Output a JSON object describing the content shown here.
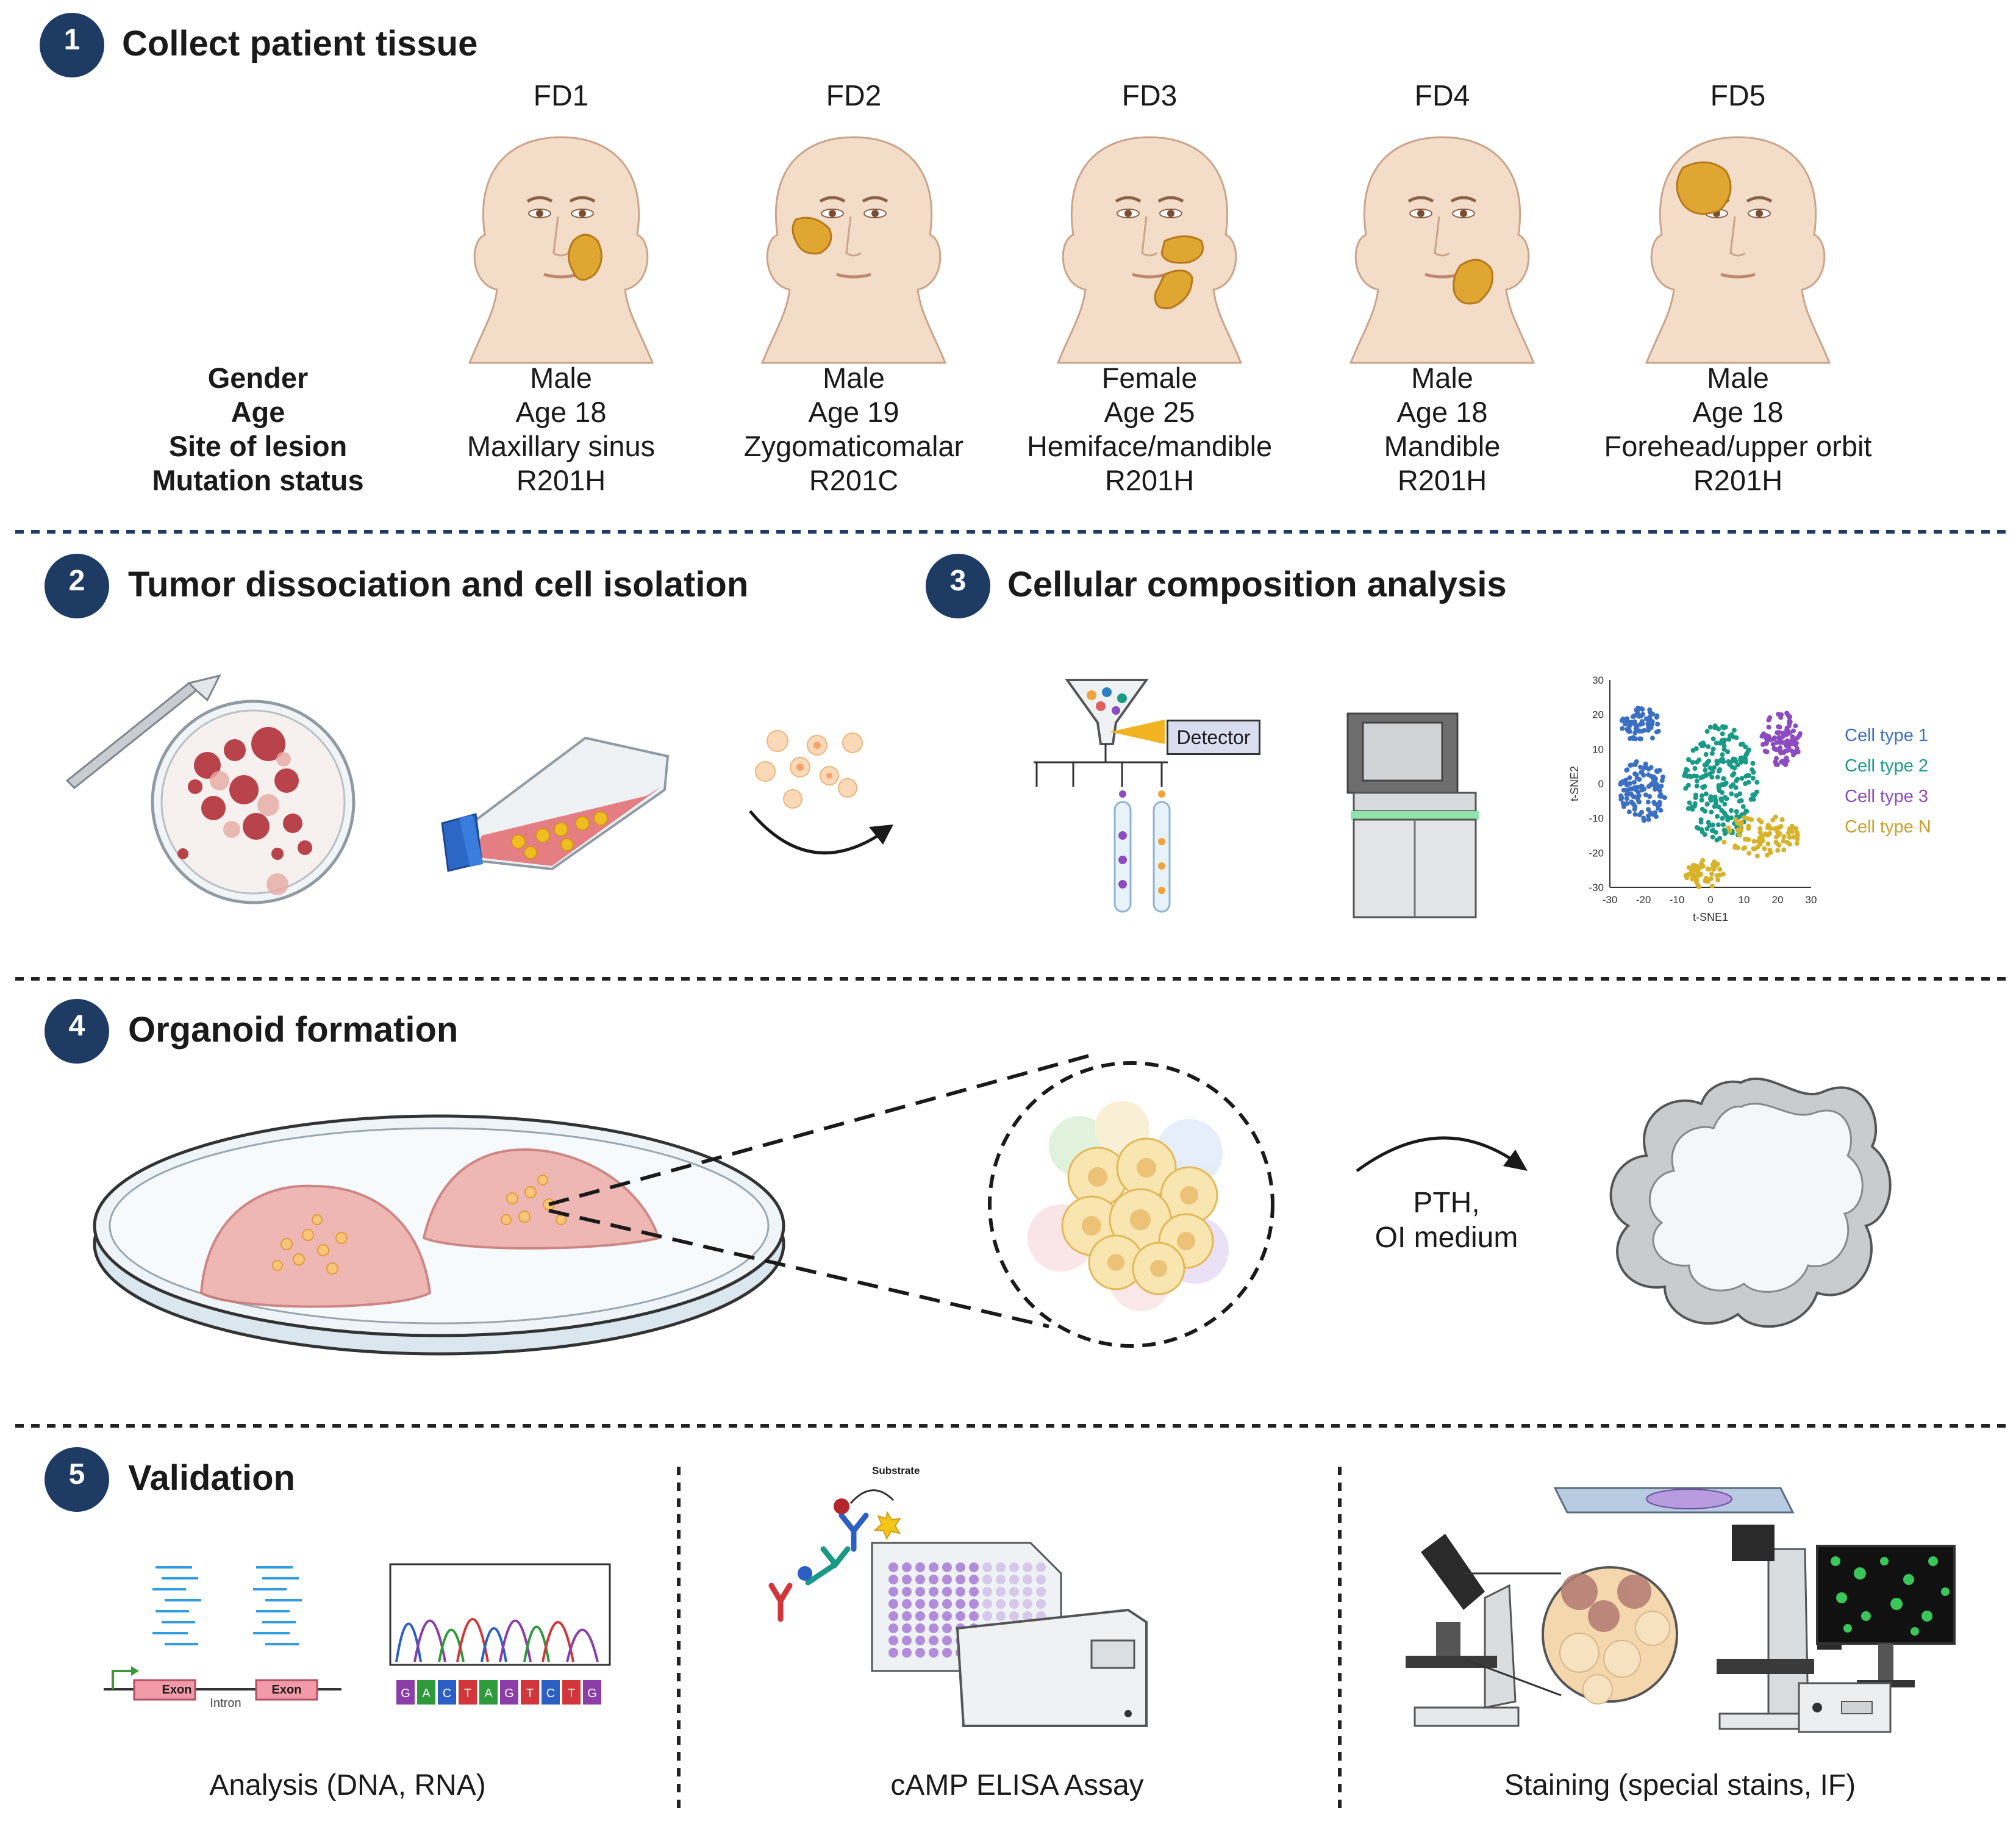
{
  "sections": {
    "s1": {
      "number": "1",
      "title": "Collect patient tissue"
    },
    "s2": {
      "number": "2",
      "title": "Tumor dissociation and cell isolation"
    },
    "s3": {
      "number": "3",
      "title": "Cellular composition analysis"
    },
    "s4": {
      "number": "4",
      "title": "Organoid formation"
    },
    "s5": {
      "number": "5",
      "title": "Validation"
    }
  },
  "attribute_labels": [
    "Gender",
    "Age",
    "Site of lesion",
    "Mutation status"
  ],
  "patients": [
    {
      "id": "FD1",
      "gender": "Male",
      "age": "Age 18",
      "site": "Maxillary sinus",
      "mutation": "R201H"
    },
    {
      "id": "FD2",
      "gender": "Male",
      "age": "Age 19",
      "site": "Zygomaticomalar",
      "mutation": "R201C"
    },
    {
      "id": "FD3",
      "gender": "Female",
      "age": "Age 25",
      "site": "Hemiface/mandible",
      "mutation": "R201H"
    },
    {
      "id": "FD4",
      "gender": "Male",
      "age": "Age 18",
      "site": "Mandible",
      "mutation": "R201H"
    },
    {
      "id": "FD5",
      "gender": "Male",
      "age": "Age 18",
      "site": "Forehead/upper orbit",
      "mutation": "R201H"
    }
  ],
  "detector_label": "Detector",
  "tsne": {
    "xlabel": "t-SNE1",
    "ylabel": "t-SNE2",
    "xticks": [
      "-30",
      "-20",
      "-10",
      "0",
      "10",
      "20",
      "30"
    ],
    "yticks": [
      "30",
      "20",
      "10",
      "0",
      "-10",
      "-20",
      "-30"
    ],
    "legend": [
      "Cell type 1",
      "Cell type 2",
      "Cell type 3",
      "Cell type N"
    ],
    "colors": [
      "#3b6fc4",
      "#1a9a86",
      "#8c4bc0",
      "#d7b22a"
    ]
  },
  "organoid_label_1": "PTH,",
  "organoid_label_2": "OI medium",
  "validation": {
    "dna": {
      "caption": "Analysis (DNA, RNA)",
      "exon1": "Exon",
      "exon2": "Exon",
      "intron": "Intron",
      "bases": [
        "G",
        "A",
        "C",
        "T",
        "A",
        "G",
        "T",
        "C",
        "T",
        "G"
      ]
    },
    "elisa": {
      "caption": "cAMP ELISA Assay",
      "substrate": "Substrate"
    },
    "staining": {
      "caption": "Staining (special stains, IF)"
    }
  },
  "colors": {
    "badge": "#1e3b64",
    "divider": "#1e3b64",
    "tumor": "#e0a632",
    "skin": "#f3ddc9"
  }
}
